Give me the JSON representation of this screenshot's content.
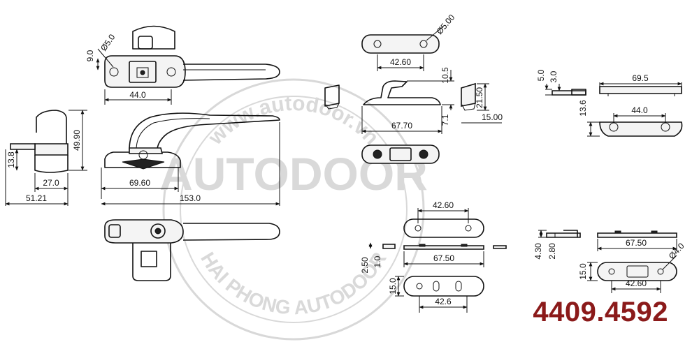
{
  "product_code": "4409.4592",
  "watermark": {
    "brand": "AUTODOOR",
    "url": "www.autodoor.vn",
    "company": "HAI PHONG AUTODOOR"
  },
  "dimensions": {
    "handle_top": {
      "d5": "Ø5.0",
      "h9": "9.0",
      "w44": "44.0"
    },
    "handle_side": {
      "w6960": "69.60",
      "w153": "153.0"
    },
    "end_view": {
      "h4990": "49.90",
      "h138": "13.8",
      "w270": "27.0",
      "w5121": "51.21"
    },
    "keeper": {
      "d5": "Ø5.00",
      "w4260": "42.60",
      "h105": "10.5",
      "h71": "7.1",
      "h2150": "21.50",
      "w1500": "15.00",
      "w6770": "67.70"
    },
    "strip_top_right": {
      "h50": "5.0",
      "h30": "3.0",
      "w695": "69.5",
      "h136": "13.6",
      "w440": "44.0"
    },
    "plate_middle": {
      "w4260": "42.60",
      "w6750": "67.50",
      "h250": "2.50",
      "h10": "1.0",
      "h150": "15.0",
      "w426": "42.6"
    },
    "plate_right": {
      "h430": "4.30",
      "h280": "2.80",
      "w6750": "67.50",
      "h150": "15.0",
      "d40": "Ø4.0",
      "w4260": "42.60"
    }
  },
  "colors": {
    "code_red": "#8b1a1a",
    "line": "#111111",
    "watermark": "#d8d8d8"
  }
}
